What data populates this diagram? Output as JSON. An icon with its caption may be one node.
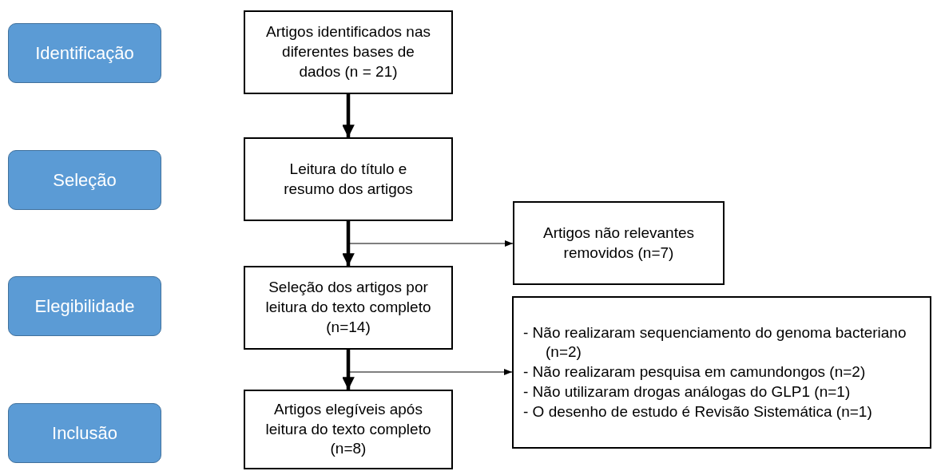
{
  "diagram": {
    "nodes": [
      {
        "text": [
          "Identificação"
        ]
      },
      {
        "text": [
          "Seleção"
        ]
      },
      {
        "text": [
          "Elegibilidade"
        ]
      },
      {
        "text": [
          "Inclusão"
        ]
      },
      {
        "text": [
          "Artigos identificados nas diferentes bases de dados (n = 21)"
        ]
      },
      {
        "text": [
          "Leitura do título e resumo dos artigos"
        ]
      },
      {
        "text": [
          "Artigos não relevantes removidos (n=7)"
        ]
      },
      {
        "text": [
          "Seleção dos artigos por leitura do texto completo (n=14)"
        ]
      },
      {
        "text": [
          "- Não realizaram sequenciamento do genoma bacteriano (n=2)",
          "- Não realizaram pesquisa em camundongos (n=2)",
          "- Não utilizaram drogas análogas do GLP1 (n=1)",
          "- O desenho de estudo é Revisão Sistemática (n=1)"
        ]
      },
      {
        "text": [
          "Artigos elegíveis após leitura do texto completo (n=8)"
        ]
      }
    ],
    "edges": [
      {
        "from": 4,
        "to": 5,
        "arrow": "to"
      },
      {
        "from": 5,
        "to": 7,
        "arrow": "to"
      },
      {
        "from": 5,
        "to": 6,
        "arrow": "to"
      },
      {
        "from": 7,
        "to": 9,
        "arrow": "to"
      },
      {
        "from": 7,
        "to": 8,
        "arrow": "to"
      }
    ]
  }
}
